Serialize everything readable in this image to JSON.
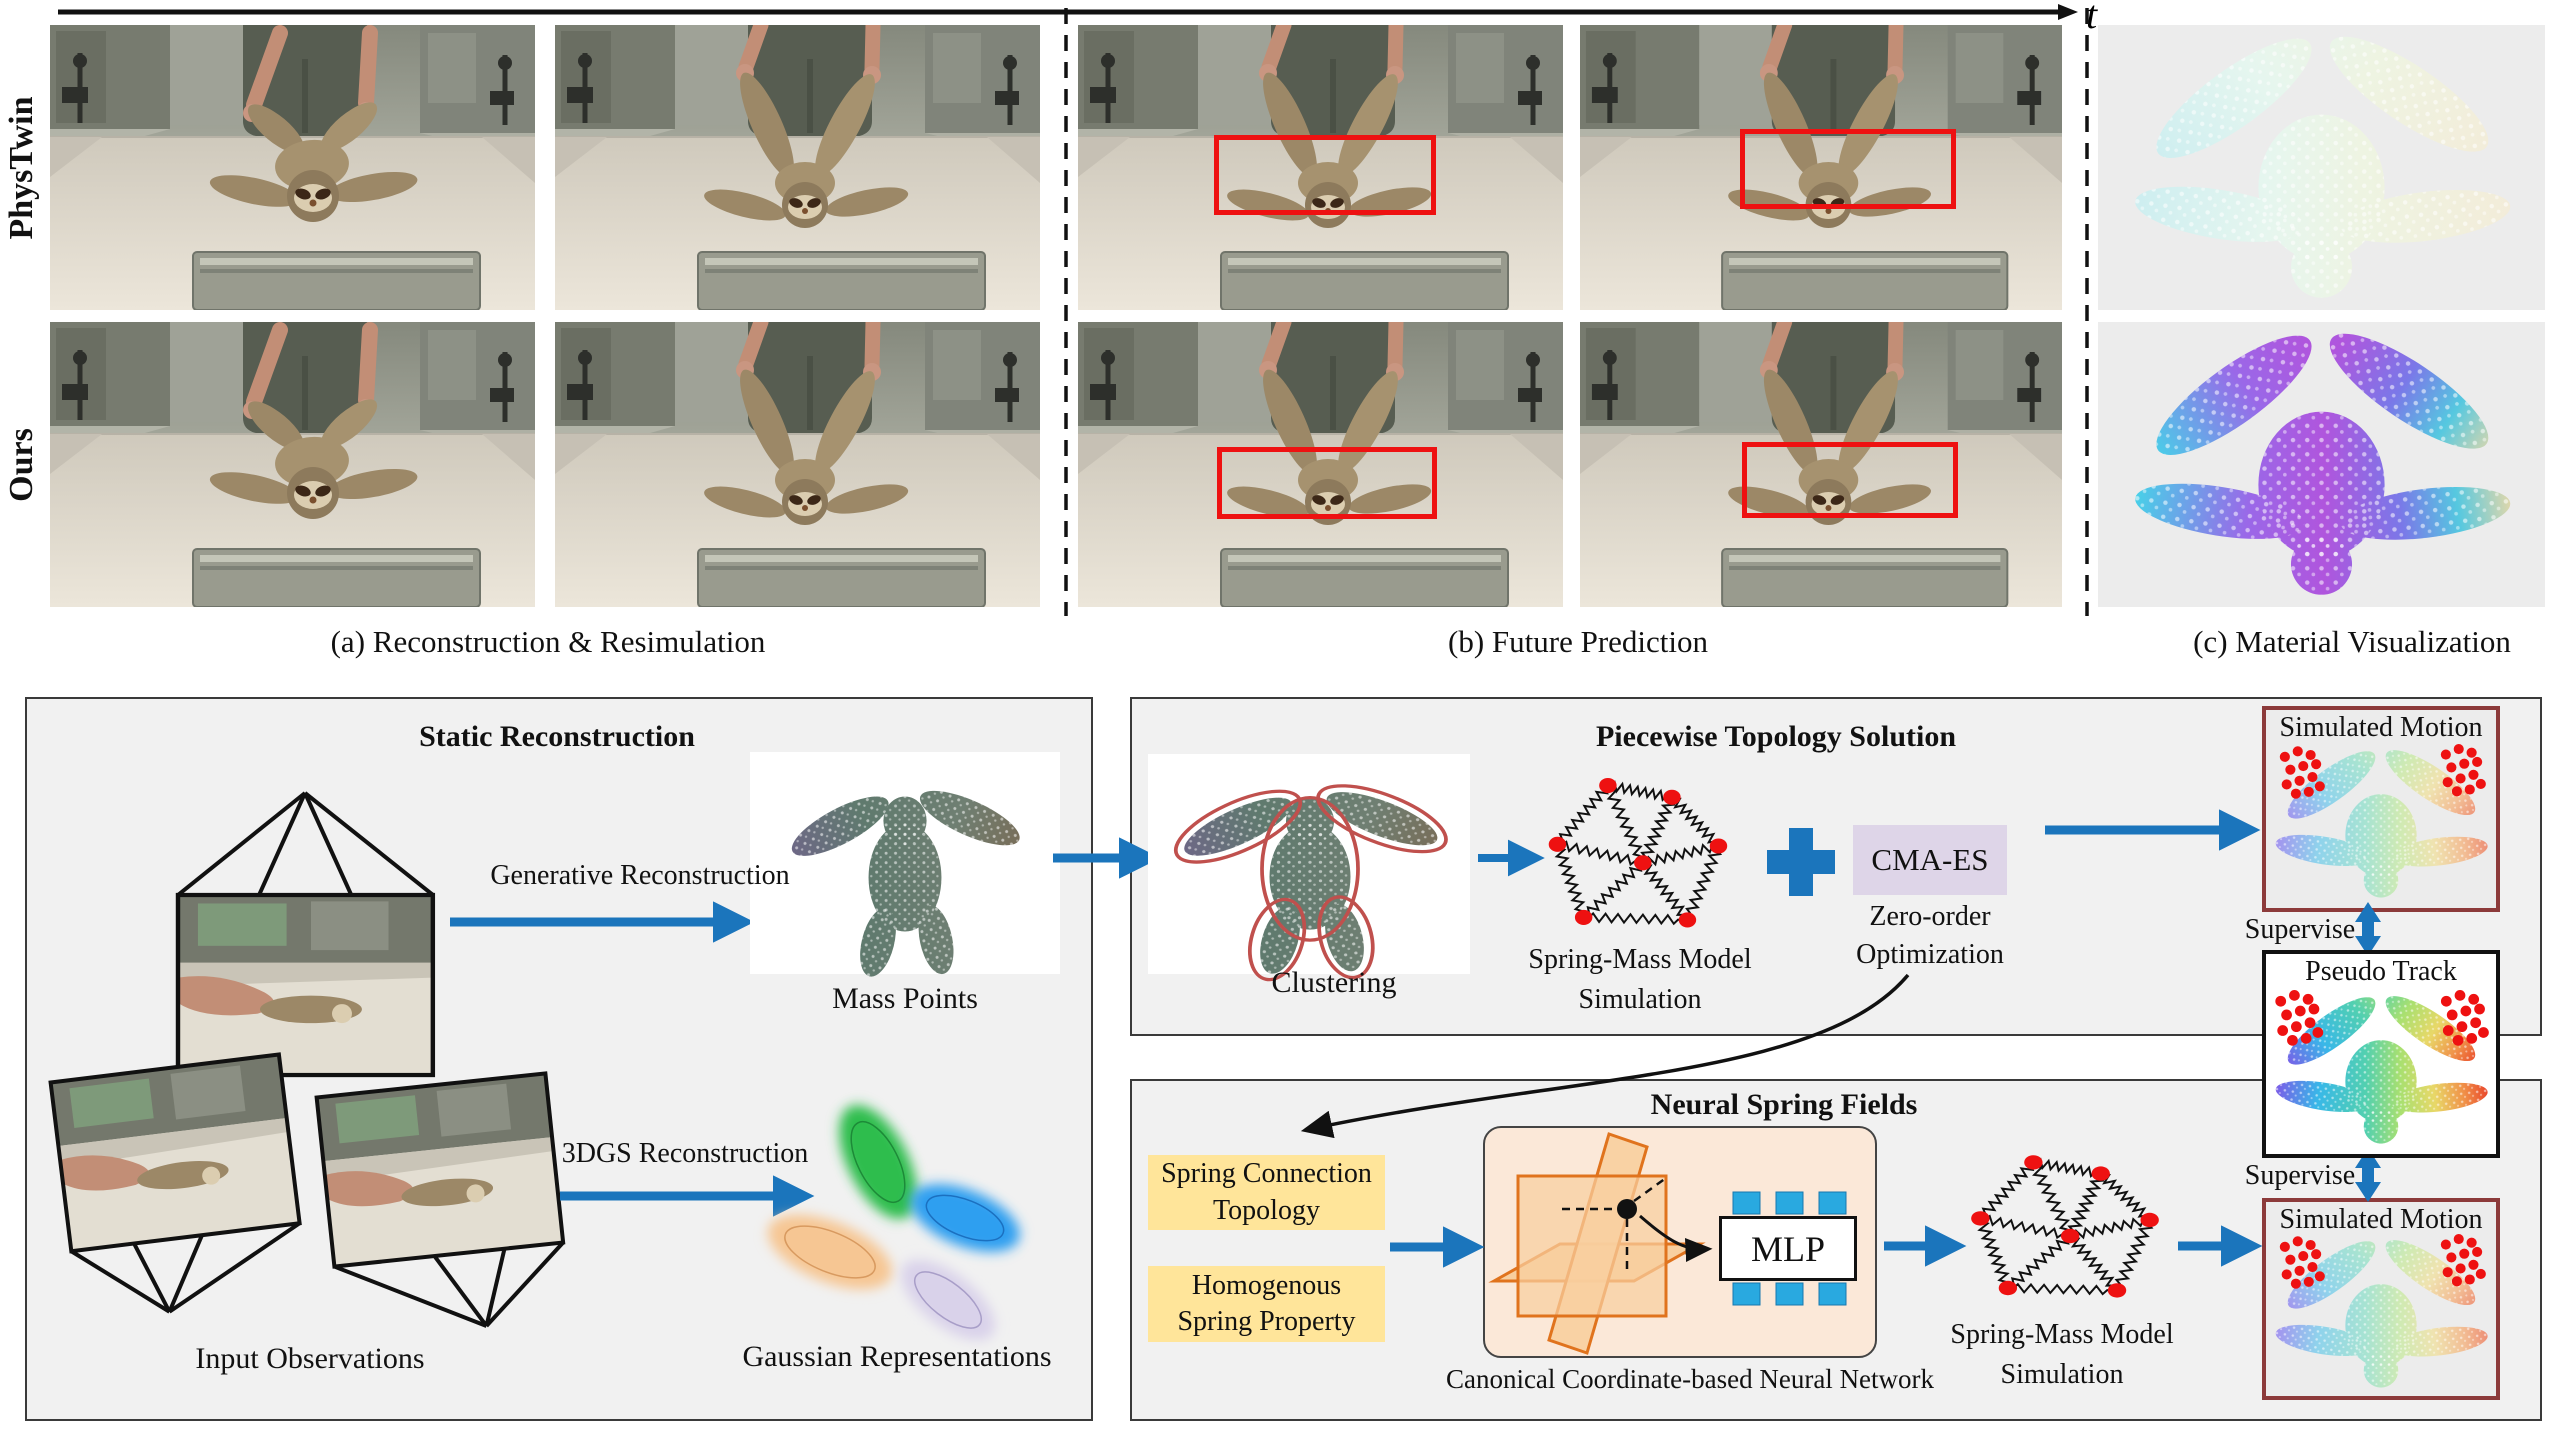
{
  "comparison_figure": {
    "time_axis_label": "t",
    "row_labels": [
      "PhysTwin",
      "Ours"
    ],
    "captions": {
      "a": "(a) Reconstruction & Resimulation",
      "b": "(b) Future Prediction",
      "c": "(c) Material Visualization"
    }
  },
  "pipeline": {
    "static_reconstruction": {
      "title": "Static Reconstruction",
      "generative_reconstruction_label": "Generative Reconstruction",
      "mass_points_label": "Mass Points",
      "input_observations_label": "Input Observations",
      "threedgs_reconstruction_label": "3DGS Reconstruction",
      "gaussian_representations_label": "Gaussian Representations"
    },
    "piecewise_topology_solution": {
      "title": "Piecewise Topology Solution",
      "clustering_label": "Clustering",
      "spring_mass_model_line1": "Spring-Mass Model",
      "spring_mass_model_line2": "Simulation",
      "cma_es_label": "CMA-ES",
      "zero_order_line1": "Zero-order",
      "zero_order_line2": "Optimization"
    },
    "neural_spring_fields": {
      "title": "Neural Spring Fields",
      "spring_connection_topology_line1": "Spring Connection",
      "spring_connection_topology_line2": "Topology",
      "homogenous_spring_property_line1": "Homogenous",
      "homogenous_spring_property_line2": "Spring Property",
      "mlp_label": "MLP",
      "canonical_network_label": "Canonical Coordinate-based Neural Network",
      "spring_mass_model_line1": "Spring-Mass Model",
      "spring_mass_model_line2": "Simulation"
    },
    "supervision_loop": {
      "simulated_motion_label": "Simulated Motion",
      "pseudo_track_label": "Pseudo Track",
      "supervise_label": "Supervise"
    }
  },
  "colors": {
    "arrow_blue": "#1b75bc",
    "highlight_red": "#ee1111",
    "cma_es_fill": "#ded5e8",
    "yellow_note_fill": "#ffe59a",
    "canonical_panel_fill": "#fbe8d8",
    "triplane_orange": "#e0731d",
    "mlp_token_blue": "#29a9e0",
    "simulated_motion_border": "#8c3a3a",
    "panel_gray": "#f1f1f1"
  }
}
